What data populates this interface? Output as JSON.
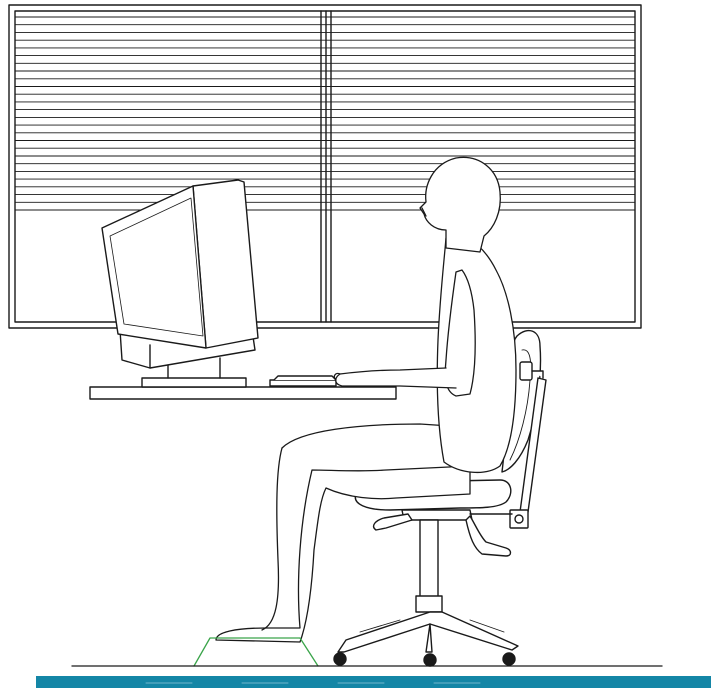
{
  "image": {
    "subject": "ergonomic-seated-posture-at-computer-workstation",
    "colors": {
      "line": "#1a1a1a",
      "background": "#ffffff",
      "footrest_outline": "#3aa44a",
      "floor_band": "#1486a6",
      "floor_band_dash": "#6fb6cc"
    },
    "window": {
      "blinds_slat_count": 26,
      "panes": 2
    },
    "floor": {
      "band_dash_count": 4
    }
  }
}
